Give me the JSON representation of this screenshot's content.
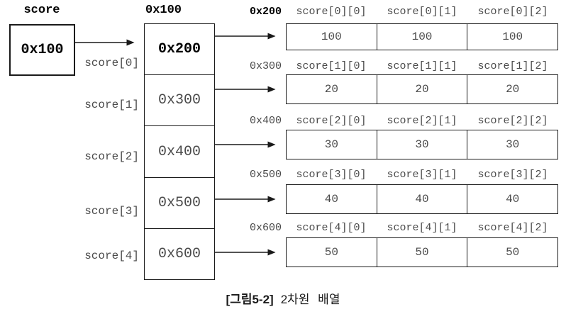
{
  "colors": {
    "background": "#ffffff",
    "line": "#1a1a1a",
    "text_regular": "#4a4a4a",
    "text_bold": "#000000"
  },
  "pointer_box": {
    "label": "score",
    "value": "0x100"
  },
  "pointer_array": {
    "header": "0x100",
    "items": [
      {
        "label": "score[0]",
        "value": "0x200"
      },
      {
        "label": "score[1]",
        "value": "0x300"
      },
      {
        "label": "score[2]",
        "value": "0x400"
      },
      {
        "label": "score[3]",
        "value": "0x500"
      },
      {
        "label": "score[4]",
        "value": "0x600"
      }
    ]
  },
  "matrix_rows": [
    {
      "address": "0x200",
      "labels": [
        "score[0][0]",
        "score[0][1]",
        "score[0][2]"
      ],
      "values": [
        "100",
        "100",
        "100"
      ]
    },
    {
      "address": "0x300",
      "labels": [
        "score[1][0]",
        "score[1][1]",
        "score[1][2]"
      ],
      "values": [
        "20",
        "20",
        "20"
      ]
    },
    {
      "address": "0x400",
      "labels": [
        "score[2][0]",
        "score[2][1]",
        "score[2][2]"
      ],
      "values": [
        "30",
        "30",
        "30"
      ]
    },
    {
      "address": "0x500",
      "labels": [
        "score[3][0]",
        "score[3][1]",
        "score[3][2]"
      ],
      "values": [
        "40",
        "40",
        "40"
      ]
    },
    {
      "address": "0x600",
      "labels": [
        "score[4][0]",
        "score[4][1]",
        "score[4][2]"
      ],
      "values": [
        "50",
        "50",
        "50"
      ]
    }
  ],
  "caption": {
    "figure_tag": "[그림5-2]",
    "figure_title": "2차원 배열"
  }
}
